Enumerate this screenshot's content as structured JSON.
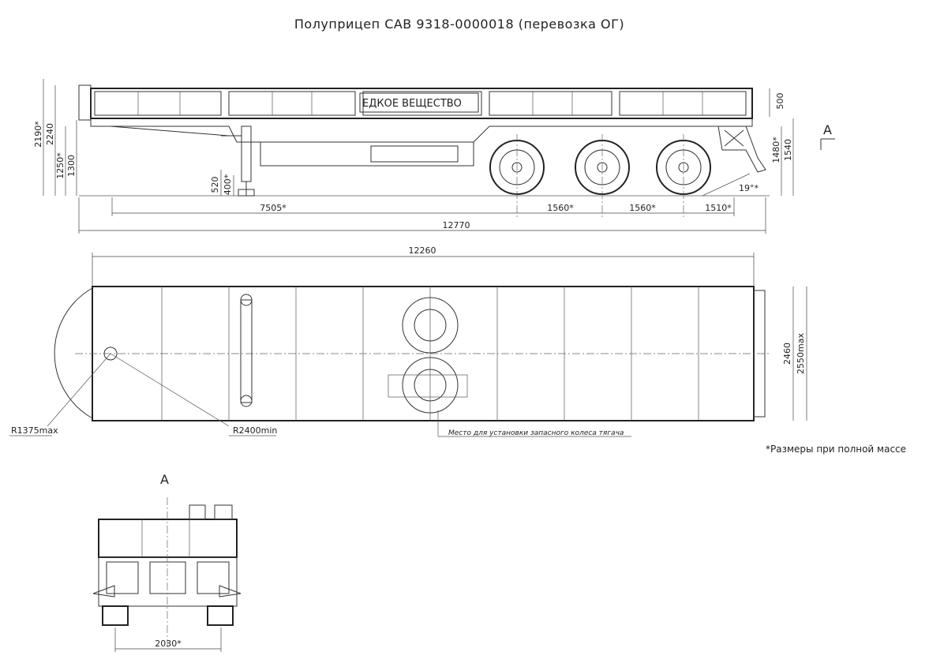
{
  "title": "Полуприцеп САВ 9318-0000018 (перевозка ОГ)",
  "side_view": {
    "sign_text": "ЕДКОЕ ВЕЩЕСТВО",
    "view_marker": "A",
    "angle": "19°*",
    "dims": {
      "overall_length": "12770",
      "front_to_axle": "7505*",
      "axle_spacing_1": "1560*",
      "axle_spacing_2": "1560*",
      "rear_overhang": "1510*",
      "height_loaded": "2190*",
      "height": "2240",
      "kingpin_h_loaded": "1250*",
      "kingpin_h": "1300",
      "leg_520": "520",
      "leg_400": "400*",
      "side_board": "500",
      "rear_h_loaded": "1480*",
      "rear_h": "1540"
    }
  },
  "top_view": {
    "length": "12260",
    "inner_width": "2460",
    "max_width": "2550max",
    "front_radius": "R1375max",
    "turn_radius": "R2400min",
    "spare_wheel_note": "Место для установки запасного колеса тягача"
  },
  "rear_view": {
    "label": "A",
    "track_width": "2030*"
  },
  "footnote": "*Размеры при полной массе"
}
